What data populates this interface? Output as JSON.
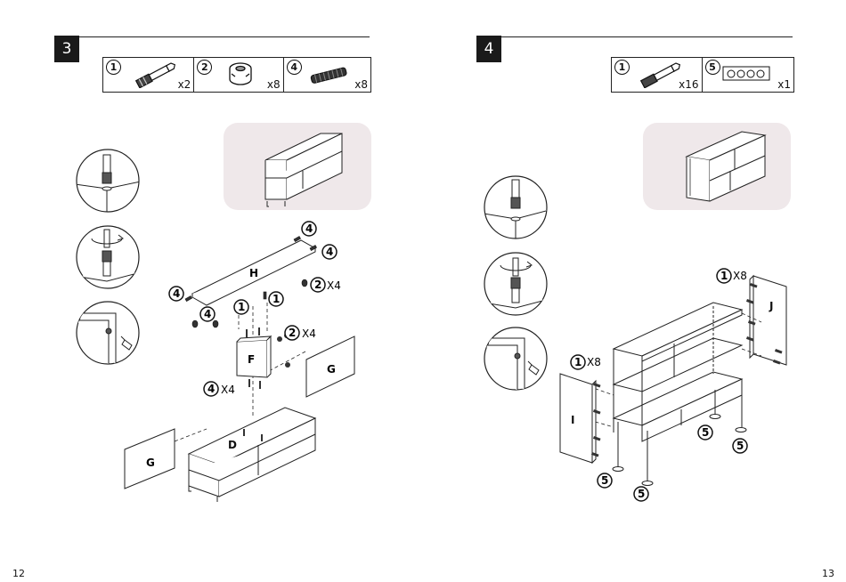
{
  "left_page": {
    "step_number": "3",
    "page_number": "12",
    "parts": [
      {
        "id": "1",
        "icon": "cam-bolt-icon",
        "qty": "x2"
      },
      {
        "id": "2",
        "icon": "cam-lock-icon",
        "qty": "x8"
      },
      {
        "id": "4",
        "icon": "wooden-dowel-icon",
        "qty": "x8"
      }
    ],
    "callouts": {
      "dowel_top_a": "4",
      "dowel_top_b": "4",
      "cam_h_num": "2",
      "cam_h_qty": "X4",
      "dowel_left": "4",
      "dowel_left_lower": "4",
      "bolt_a": "1",
      "bolt_b": "1",
      "cam_f_num": "2",
      "cam_f_qty": "X4",
      "dowel_f_num": "4",
      "dowel_f_qty": "X4"
    },
    "panel_labels": {
      "h": "H",
      "f": "F",
      "g_right": "G",
      "g_left": "G",
      "d": "D"
    }
  },
  "right_page": {
    "step_number": "4",
    "page_number": "13",
    "parts": [
      {
        "id": "1",
        "icon": "cam-bolt-icon",
        "qty": "x16"
      },
      {
        "id": "5",
        "icon": "foot-pads-icon",
        "qty": "x1"
      }
    ],
    "callouts": {
      "bolt_j_num": "1",
      "bolt_j_qty": "X8",
      "bolt_i_num": "1",
      "bolt_i_qty": "X8",
      "pad_a": "5",
      "pad_b": "5",
      "pad_c": "5",
      "pad_d": "5"
    },
    "panel_labels": {
      "j": "J",
      "i": "I"
    }
  }
}
